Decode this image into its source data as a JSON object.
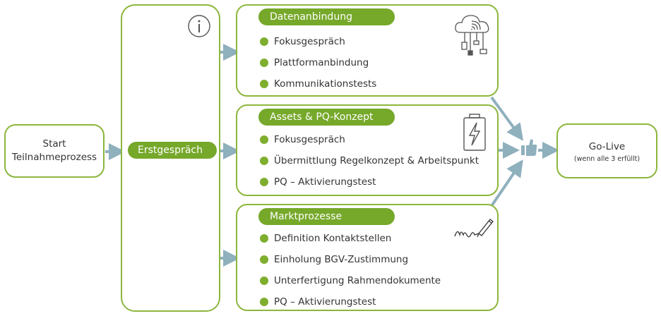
{
  "start": {
    "line1": "Start",
    "line2": "Teilnahmeprozess"
  },
  "erstgespraech": {
    "label": "Erstgespräch"
  },
  "sections": [
    {
      "title": "Datenanbindung",
      "icon": "cloud-network-icon",
      "items": [
        "Fokusgespräch",
        "Plattformanbindung",
        "Kommunikationstests"
      ]
    },
    {
      "title": "Assets & PQ-Konzept",
      "icon": "battery-charging-icon",
      "items": [
        "Fokusgespräch",
        "Übermittlung Regelkonzept & Arbeitspunkt",
        "PQ – Aktivierungstest"
      ]
    },
    {
      "title": "Marktprozesse",
      "icon": "signature-pen-icon",
      "items": [
        "Definition Kontaktstellen",
        "Einholung BGV-Zustimmung",
        "Unterfertigung Rahmendokumente",
        "PQ – Aktivierungstest"
      ]
    }
  ],
  "golive": {
    "title": "Go-Live",
    "subtitle": "(wenn alle 3 erfüllt)"
  },
  "colors": {
    "green": "#7fae2e",
    "pill": "#76a82a",
    "border": "#8cb63c",
    "arrow": "#8fb0bd",
    "icon": "#555555"
  }
}
